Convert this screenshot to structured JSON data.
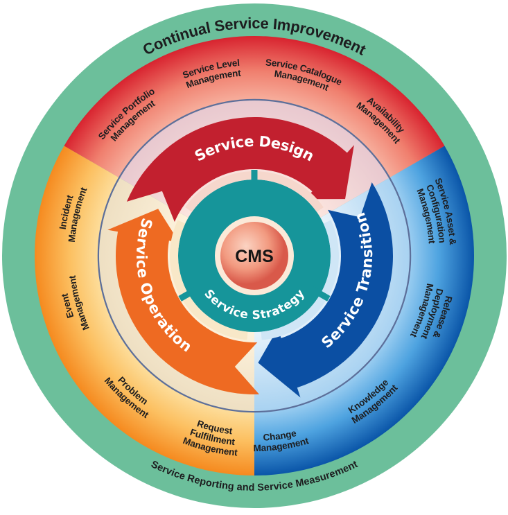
{
  "title": "ITIL Service Lifecycle",
  "outer_ring": {
    "top_label": "Continual Service Improvement",
    "bottom_label": "Service Reporting and Service Measurement",
    "color": "#6cbf9b"
  },
  "center": {
    "core_label": "CMS",
    "hub_label": "Service Strategy",
    "hub_color": "#16959a"
  },
  "stages": [
    {
      "id": "design",
      "label": "Service Design",
      "arrow_color": "#c2202f",
      "ring_color": "#e0343c",
      "processes": [
        [
          "Service Portfolio",
          "Management"
        ],
        [
          "Service Level",
          "Management"
        ],
        [
          "Service Catalogue",
          "Management"
        ],
        [
          "Availability",
          "Management"
        ]
      ]
    },
    {
      "id": "transition",
      "label": "Service Transition",
      "arrow_color": "#0b4fa3",
      "ring_color": "#1e6fc4",
      "processes": [
        [
          "Service Asset &",
          "Configuration",
          "Management"
        ],
        [
          "Release &",
          "Deployment",
          "Management"
        ],
        [
          "Knowledge",
          "Management"
        ],
        [
          "Change",
          "Management"
        ]
      ]
    },
    {
      "id": "operation",
      "label": "Service Operation",
      "arrow_color": "#ee6a22",
      "ring_color": "#f7941d",
      "processes": [
        [
          "Request",
          "Fulfillment",
          "Management"
        ],
        [
          "Problem",
          "Management"
        ],
        [
          "Event",
          "Management"
        ],
        [
          "Incident",
          "Management"
        ]
      ]
    }
  ]
}
